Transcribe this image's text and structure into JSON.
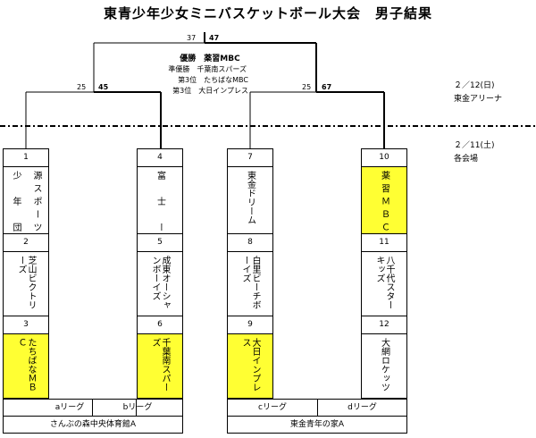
{
  "title": "東青少年少女ミニバスケットボール大会　男子結果",
  "scores": {
    "final_left": "37",
    "final_right": "47",
    "semi_left_lose": "25",
    "semi_left_win": "45",
    "semi_right_lose": "25",
    "semi_right_win": "67"
  },
  "results": {
    "champion": "優勝　薬習MBC",
    "runner_up": "準優勝　千葉南スパーズ",
    "third_1": "第3位　たちばなMBC",
    "third_2": "第3位　大日インプレス"
  },
  "dates": {
    "final_date": "２／12(日)",
    "final_venue": "東金アリーナ",
    "early_date": "２／11(土)",
    "early_venue": "各会場"
  },
  "teams": [
    {
      "num": "1",
      "col1": "源スポーツ",
      "col2": "少年団"
    },
    {
      "num": "2",
      "col1": "芝山ビクトリーズ"
    },
    {
      "num": "3",
      "col1": "たちばなＭＢＣ"
    },
    {
      "num": "4",
      "col1": "富士ー"
    },
    {
      "num": "5",
      "col1": "成東オーシャンボーイズ"
    },
    {
      "num": "6",
      "col1": "千葉南スパーズ"
    },
    {
      "num": "7",
      "col1": "東金ドリーム"
    },
    {
      "num": "8",
      "col1": "白里ビーチボーイズ"
    },
    {
      "num": "9",
      "col1": "大日インプレス"
    },
    {
      "num": "10",
      "col1": "薬習ＭＢＣ"
    },
    {
      "num": "11",
      "col1": "八千代スターキッズ"
    },
    {
      "num": "12",
      "col1": "大網ロケッツ"
    }
  ],
  "leagues": [
    "aリーグ",
    "bリーグ",
    "cリーグ",
    "dリーグ"
  ],
  "venues": [
    "さんぶの森中央体育館A",
    "東金青年の家A"
  ],
  "colors": {
    "highlight": "#ffff33",
    "line": "#000000"
  }
}
